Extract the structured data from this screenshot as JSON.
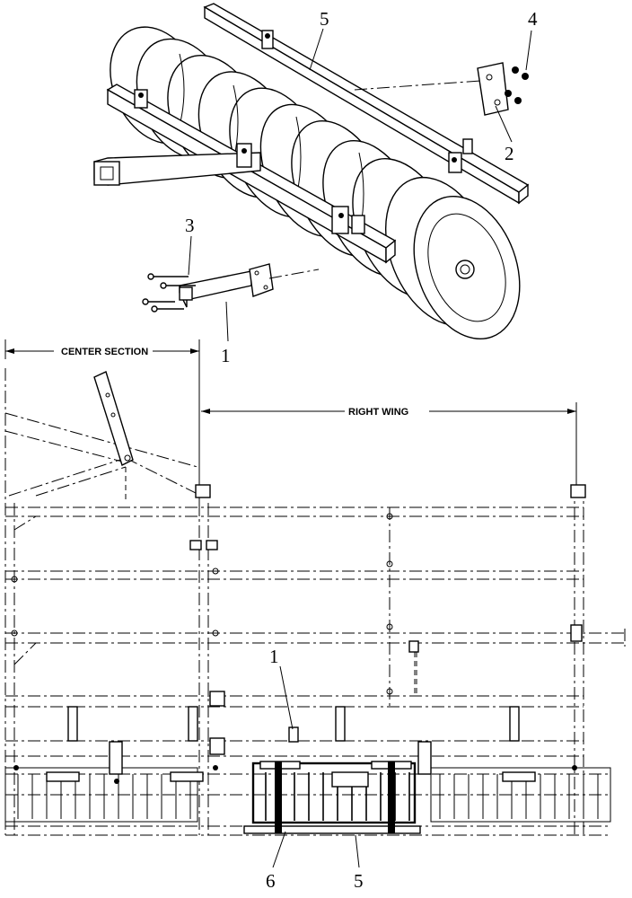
{
  "callouts": {
    "top": [
      "5",
      "4",
      "2",
      "3",
      "1"
    ],
    "bottom": [
      "1",
      "6",
      "5"
    ]
  },
  "dimensions": {
    "center_section": "CENTER SECTION",
    "right_wing": "RIGHT WING"
  }
}
